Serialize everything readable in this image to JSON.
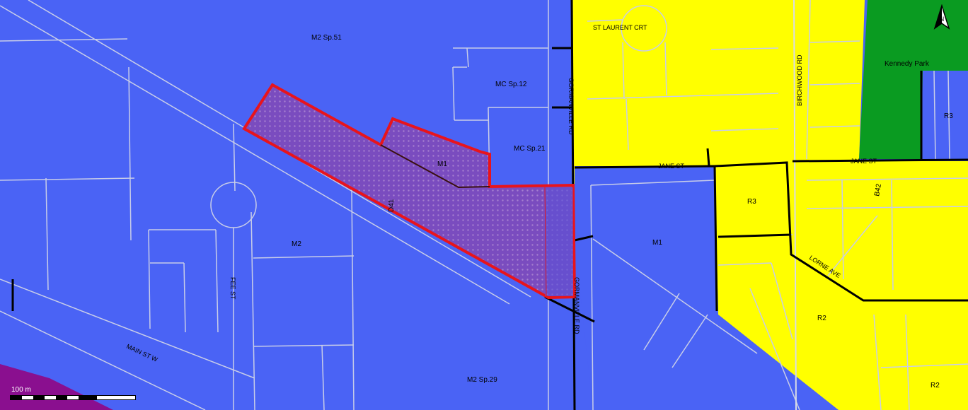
{
  "zones": {
    "m2_sp51": "M2 Sp.51",
    "mc_sp12": "MC Sp.12",
    "mc_sp21": "MC Sp.21",
    "m1_left": "M1",
    "m2": "M2",
    "m1_right": "M1",
    "m2_sp29": "M2 Sp.29",
    "r3_top": "R3",
    "r3_mid": "R3",
    "r2_mid": "R2",
    "r2_bottom": "R2",
    "park": "Kennedy Park",
    "b42": "B42",
    "d41": "D41"
  },
  "streets": {
    "st_laurent": "ST LAURENT CRT",
    "birchwood": "BIRCHWOOD RD",
    "jane_left": "JANE ST",
    "jane_right": "JANE ST",
    "main_st": "MAIN ST W",
    "fee_st": "FEE ST",
    "gormanville_top": "GORMANVILLE RD",
    "gormanville_bottom": "GORMANVILLE RD",
    "lorne": "LORNE AVE"
  },
  "scale": {
    "label": "100 m"
  },
  "north_arrow": {
    "label": "N"
  },
  "colors": {
    "industrial": "#4a63f5",
    "residential": "#ffff00",
    "park": "#0a9b21",
    "highway": "#8a0f8f",
    "subject": "#e8141c"
  }
}
